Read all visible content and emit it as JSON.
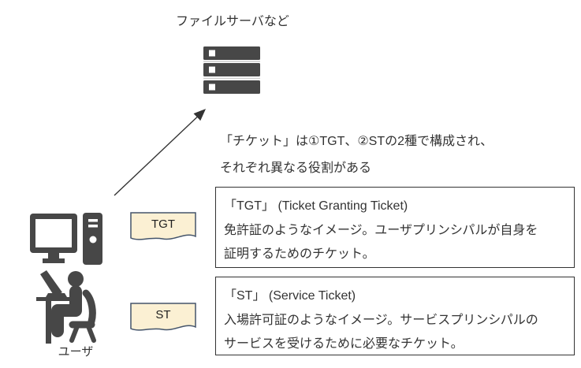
{
  "diagram": {
    "server_label": "ファイルサーバなど",
    "user_label": "ユーザ",
    "note_line1": "「チケット」は①TGT、②STの2種で構成され、",
    "note_line2": "それぞれ異なる役割がある"
  },
  "tickets": [
    {
      "tag": "TGT",
      "title": "「TGT」 (Ticket Granting Ticket)",
      "desc_line1": "免許証のようなイメージ。ユーザプリンシパルが自身を",
      "desc_line2": "証明するためのチケット。"
    },
    {
      "tag": "ST",
      "title": "「ST」 (Service Ticket)",
      "desc_line1": "入場許可証のようなイメージ。サービスプリンシパルの",
      "desc_line2": "サービスを受けるために必要なチケット。"
    }
  ],
  "icons": {
    "server": "server-rack-icon",
    "computer": "desktop-computer-icon",
    "person": "person-at-desk-icon",
    "arrow": "arrow-up-right-icon"
  },
  "colors": {
    "icon_gray": "#474747",
    "ticket_fill": "#FBF0D3",
    "ticket_border": "#44546A",
    "line_color": "#333333",
    "text_color": "#333333"
  }
}
